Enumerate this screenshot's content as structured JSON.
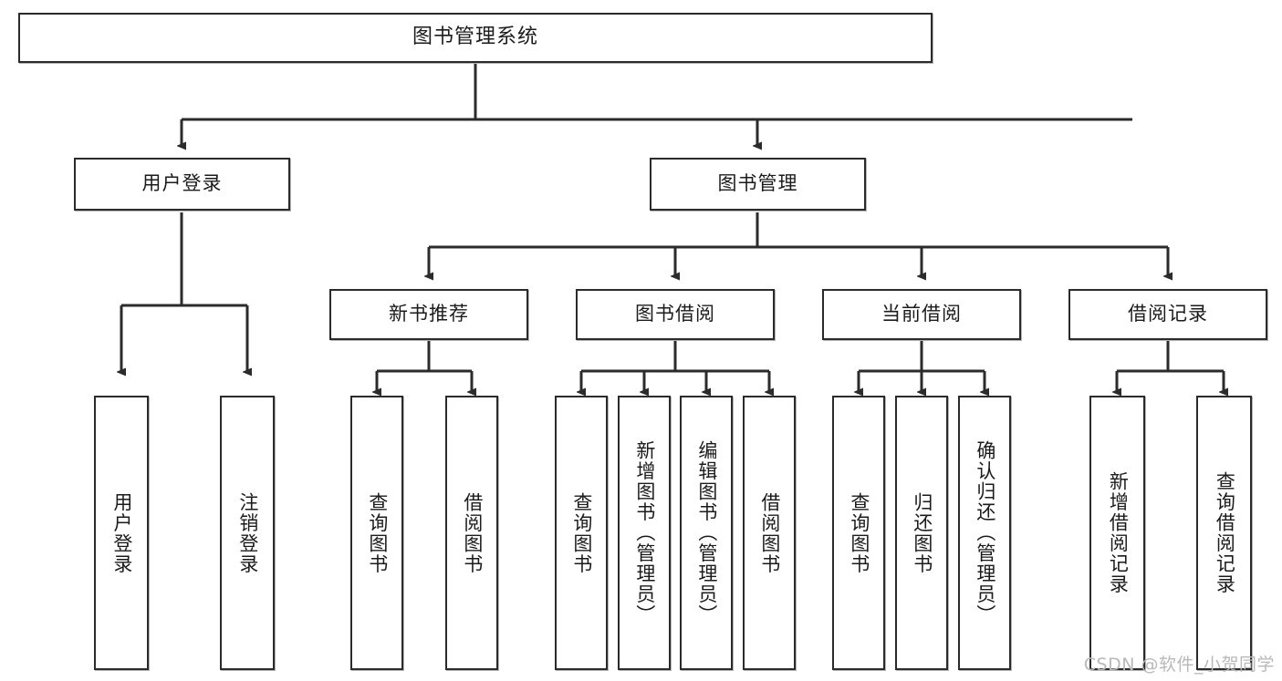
{
  "diagram": {
    "title": "图书管理系统",
    "type": "hierarchy-tree",
    "watermark": "CSDN @软件_小贺同学",
    "colors": {
      "border": "#2b2b2b",
      "background": "#ffffff",
      "text": "#1b1b1b",
      "connector": "#2b2b2b",
      "watermark": "#b9b9b9"
    },
    "root": {
      "label": "图书管理系统"
    },
    "level1": [
      {
        "label": "用户登录"
      },
      {
        "label": "图书管理"
      }
    ],
    "level2": [
      {
        "label": "新书推荐"
      },
      {
        "label": "图书借阅"
      },
      {
        "label": "当前借阅"
      },
      {
        "label": "借阅记录"
      }
    ],
    "leaves": {
      "user_login": [
        {
          "label": "用户登录"
        },
        {
          "label": "注销登录"
        }
      ],
      "new_book_recommend": [
        {
          "label": "查询图书"
        },
        {
          "label": "借阅图书"
        }
      ],
      "book_borrow": [
        {
          "label": "查询图书"
        },
        {
          "label": "新增图书（管理员）"
        },
        {
          "label": "编辑图书（管理员）"
        },
        {
          "label": "借阅图书"
        }
      ],
      "current_borrow": [
        {
          "label": "查询图书"
        },
        {
          "label": "归还图书"
        },
        {
          "label": "确认归还（管理员）"
        }
      ],
      "borrow_record": [
        {
          "label": "新增借阅记录"
        },
        {
          "label": "查询借阅记录"
        }
      ]
    }
  }
}
